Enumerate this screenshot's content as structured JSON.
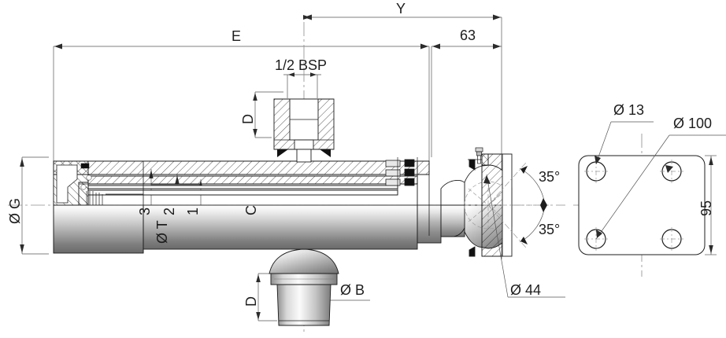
{
  "drawing": {
    "title": "Hydraulic cylinder assembly technical drawing",
    "type": "engineering-section-drawing",
    "views": [
      "side-section-view",
      "flange-end-view"
    ]
  },
  "dimensions": {
    "E": "E",
    "Y": "Y",
    "sixty_three": "63",
    "bsp_thread": "1/2 BSP",
    "D_top": "D",
    "D_bottom": "D",
    "diam_G": "Ø G",
    "diam_T": "Ø T",
    "diam_B": "Ø B",
    "diam_44": "Ø 44",
    "C": "C",
    "stage_3": "3",
    "stage_2": "2",
    "stage_1": "1",
    "angle_upper": "35°",
    "angle_lower": "35°"
  },
  "flange_view": {
    "hole_diameter": "Ø 13",
    "bolt_circle": "Ø 100",
    "height": "95"
  },
  "colors": {
    "line": "#1d1d1d",
    "thin_line": "#4a4a4a",
    "dim_line": "#555555",
    "centerline": "#8c8c8c",
    "metal_light": "#ffffff",
    "metal_mid": "#b9b9b9",
    "metal_dark": "#6e6e6e",
    "hatch": "#2b2b2b"
  }
}
